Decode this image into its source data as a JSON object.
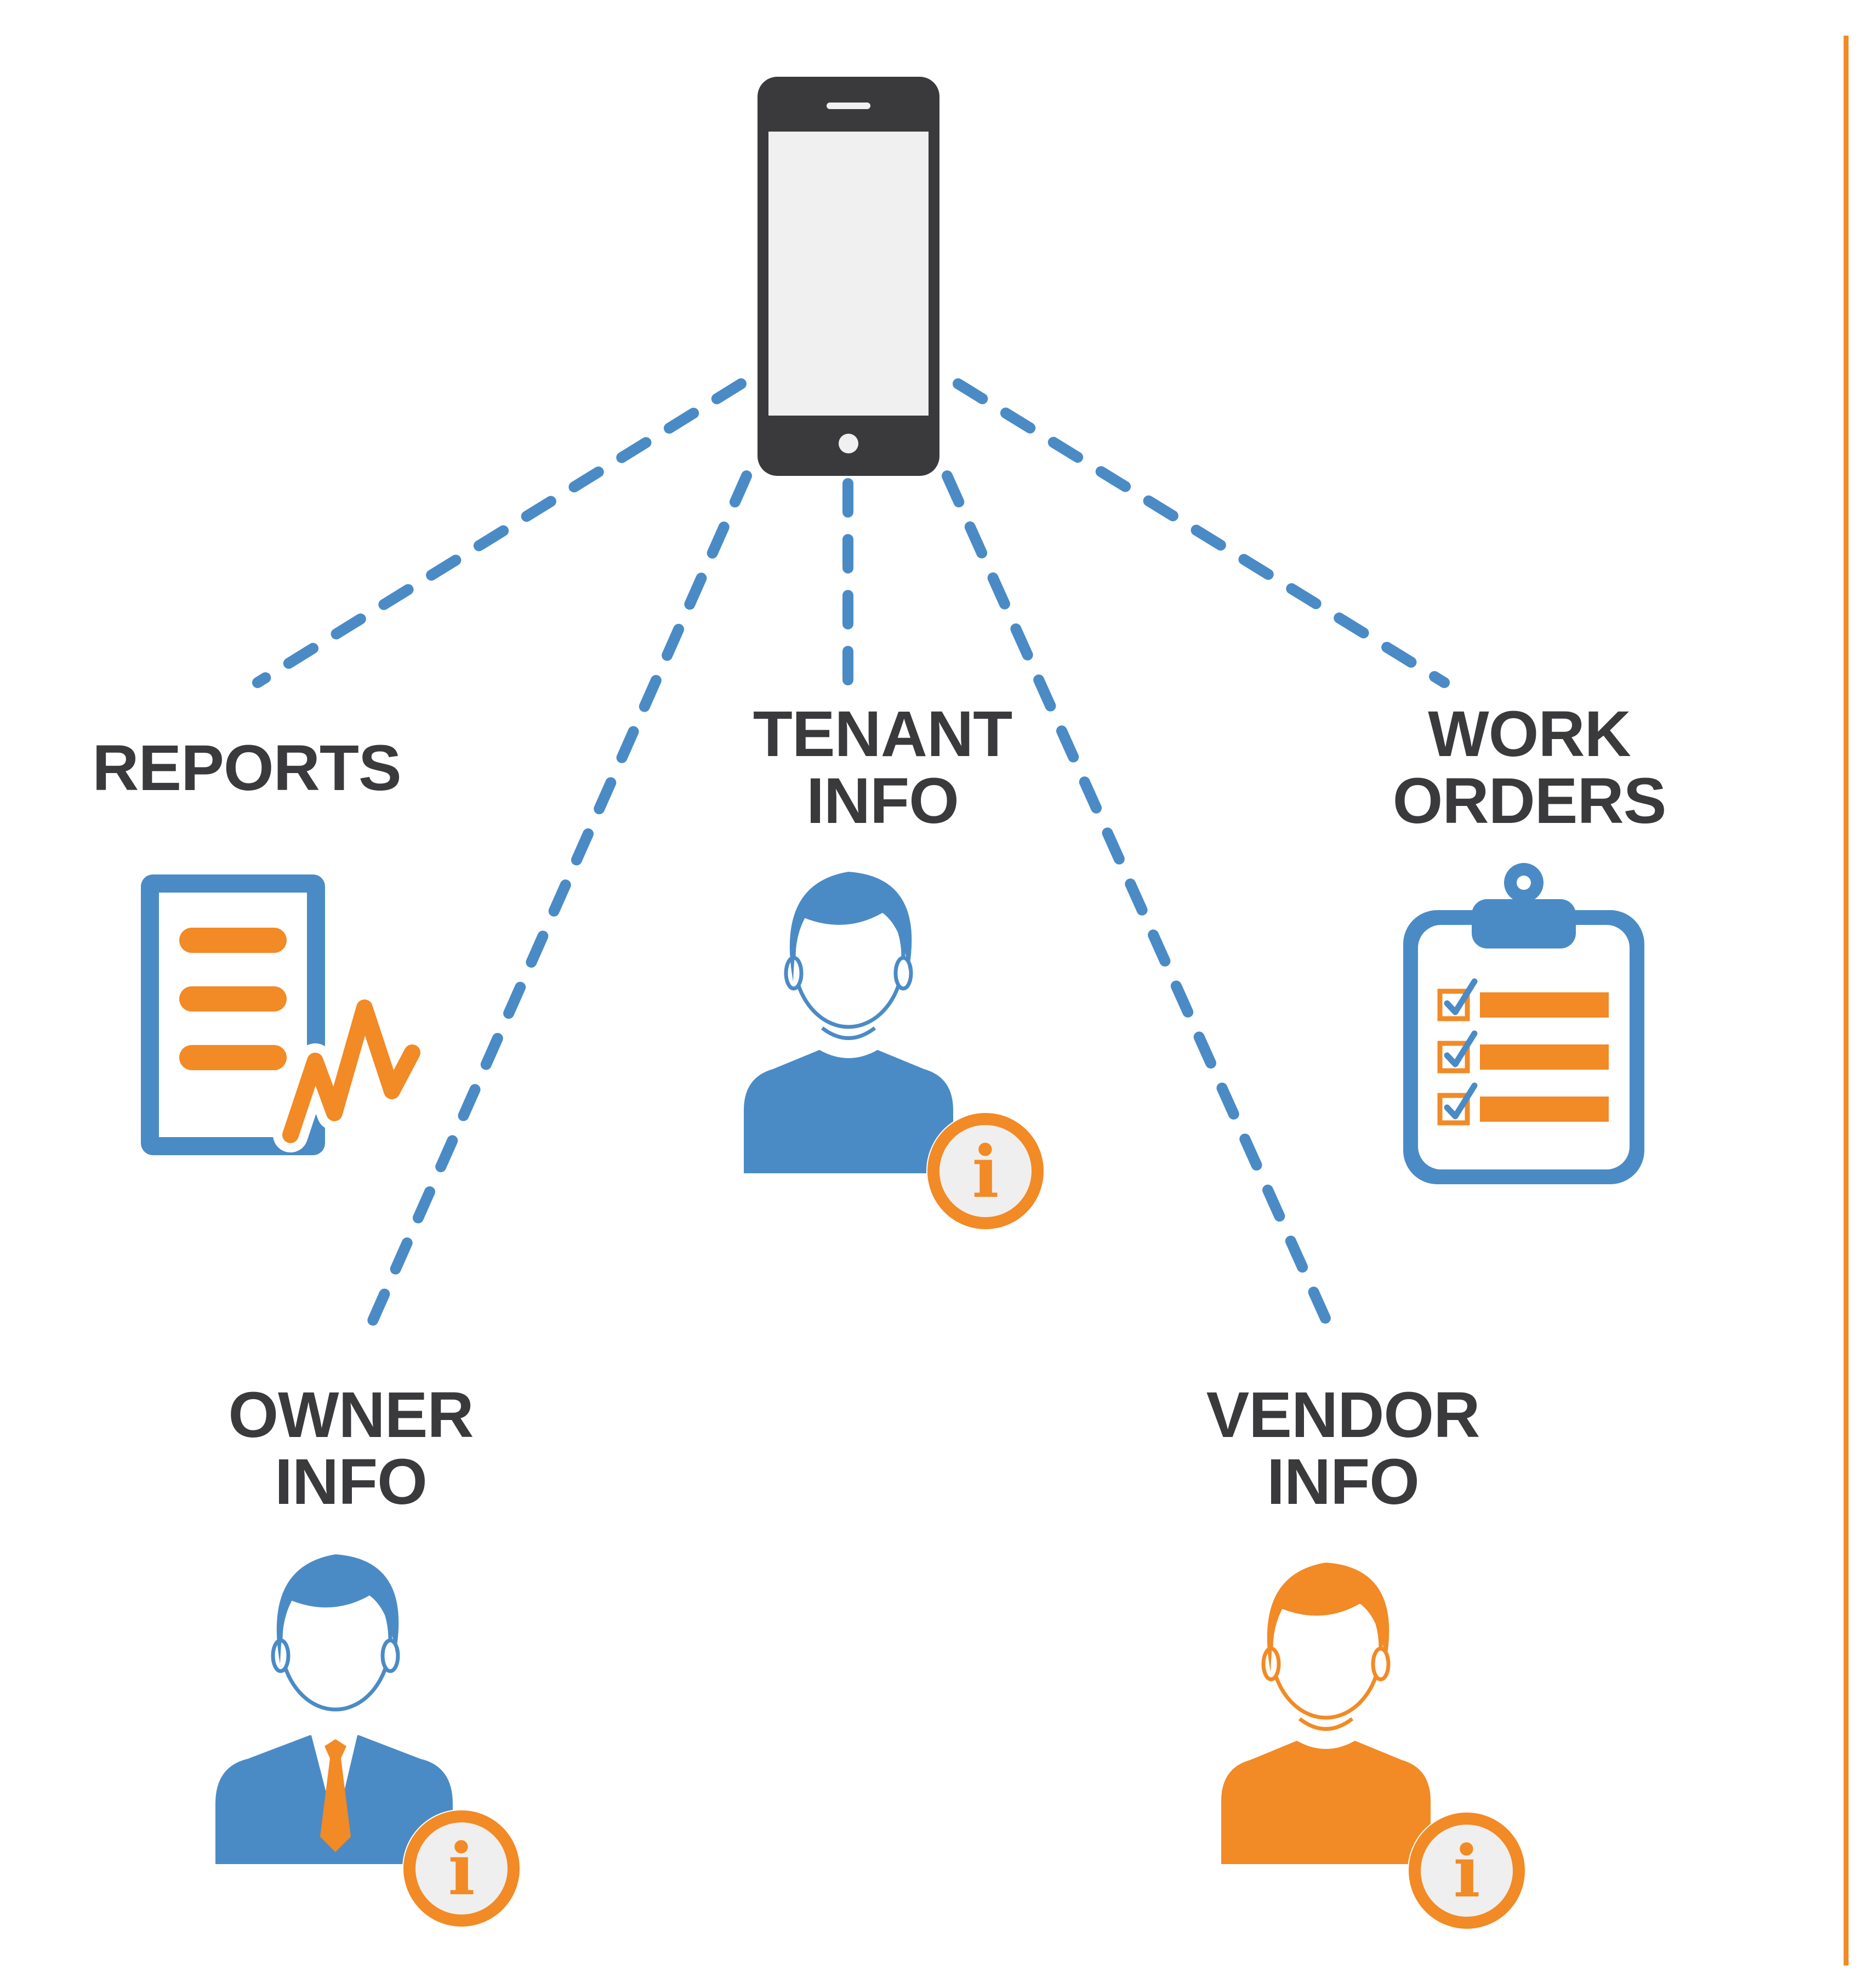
{
  "colors": {
    "blue": "#4a8bc6",
    "orange": "#f28a25",
    "dark": "#3a3a3c",
    "screen": "#f0f0f0",
    "info_bg": "#efefef",
    "divider": "#f28a25"
  },
  "hub": {
    "icon": "smartphone-icon"
  },
  "nodes": {
    "reports": {
      "label_lines": [
        "REPORTS"
      ],
      "icon": "report-chart-icon"
    },
    "tenant_info": {
      "label_lines": [
        "TENANT",
        "INFO"
      ],
      "icon": "person-info-icon",
      "badge": "i"
    },
    "work_orders": {
      "label_lines": [
        "WORK",
        "ORDERS"
      ],
      "icon": "clipboard-checklist-icon"
    },
    "owner_info": {
      "label_lines": [
        "OWNER",
        "INFO"
      ],
      "icon": "businessman-info-icon",
      "badge": "i"
    },
    "vendor_info": {
      "label_lines": [
        "VENDOR",
        "INFO"
      ],
      "icon": "person-info-icon",
      "badge": "i"
    }
  }
}
